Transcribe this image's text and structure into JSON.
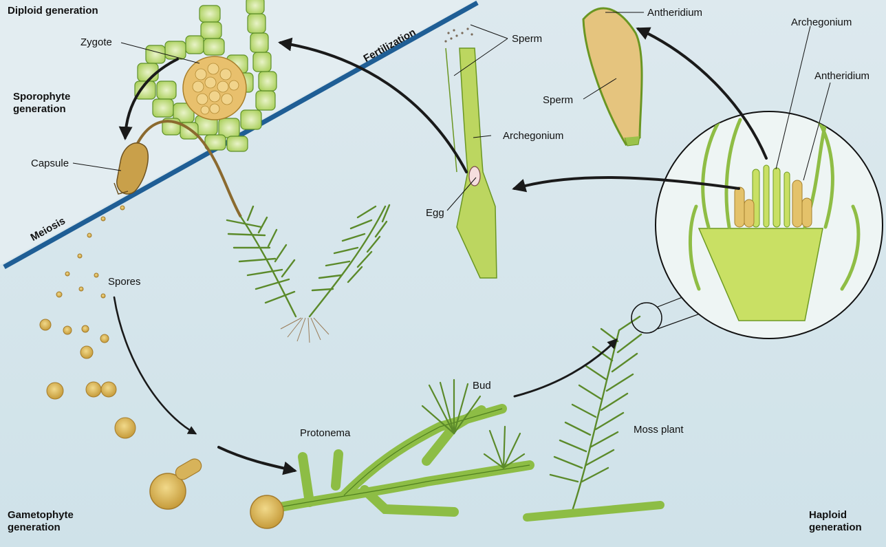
{
  "headings": {
    "diploid": "Diploid generation",
    "sporophyte": [
      "Sporophyte",
      "generation"
    ],
    "gametophyte": [
      "Gametophyte",
      "generation"
    ],
    "haploid": [
      "Haploid",
      "generation"
    ]
  },
  "events": {
    "fertilization": "Fertilization",
    "meiosis": "Meiosis"
  },
  "labels": {
    "zygote": "Zygote",
    "capsule": "Capsule",
    "spores": "Spores",
    "protonema": "Protonema",
    "bud": "Bud",
    "moss_plant": "Moss plant",
    "sperm_top": "Sperm",
    "archegonium_mid": "Archegonium",
    "egg": "Egg",
    "antheridium_top": "Antheridium",
    "archegonium_right": "Archegonium",
    "antheridium_right": "Antheridium",
    "sperm_inside": "Sperm"
  },
  "colors": {
    "background": "#d3e6ec",
    "diploid_band": "#1f5e95",
    "arrow": "#1a1a1a",
    "plant_green": "#7fae3c",
    "cell_green": "#b9d86a",
    "spore_tan": "#d9b154"
  }
}
